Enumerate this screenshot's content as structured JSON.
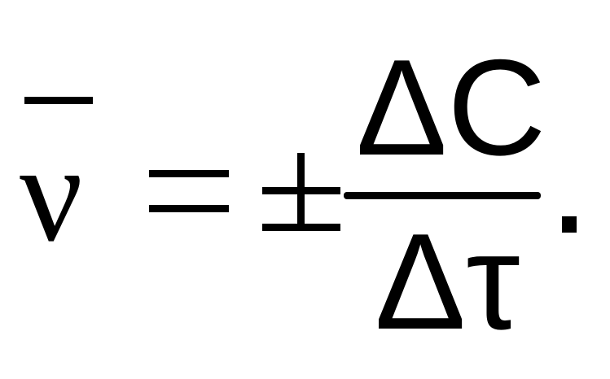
{
  "equation": {
    "lhs_symbol": "ν",
    "relation": "=",
    "sign": "±",
    "numerator": "ΔC",
    "denominator": "Δτ",
    "terminator": "."
  }
}
